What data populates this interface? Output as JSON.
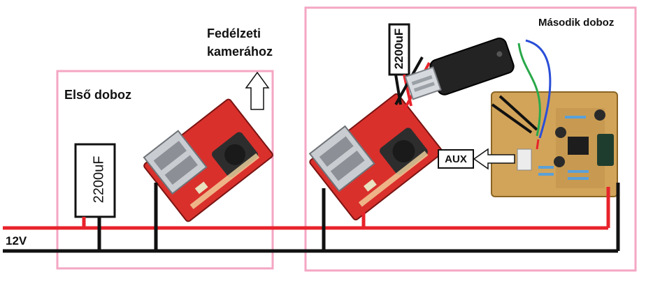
{
  "labels": {
    "first_box": "Első doboz",
    "second_box": "Második doboz",
    "camera_line1": "Fedélzeti",
    "camera_line2": "kamerához",
    "voltage": "12V",
    "aux": "AUX",
    "capacitor1": "2200uF",
    "capacitor2": "2200uF"
  },
  "colors": {
    "positive_wire": "#e8232b",
    "ground_wire": "#111111",
    "box_outline": "#f4a6c3",
    "pcb_red": "#d9302c",
    "bluetooth_wire_green": "#2aa84a",
    "bluetooth_wire_blue": "#2a4ed8"
  },
  "icons": [
    "step-down-converter-module",
    "bluetooth-receiver-dongle",
    "amplifier-board",
    "up-arrow-icon",
    "left-arrow-icon"
  ]
}
